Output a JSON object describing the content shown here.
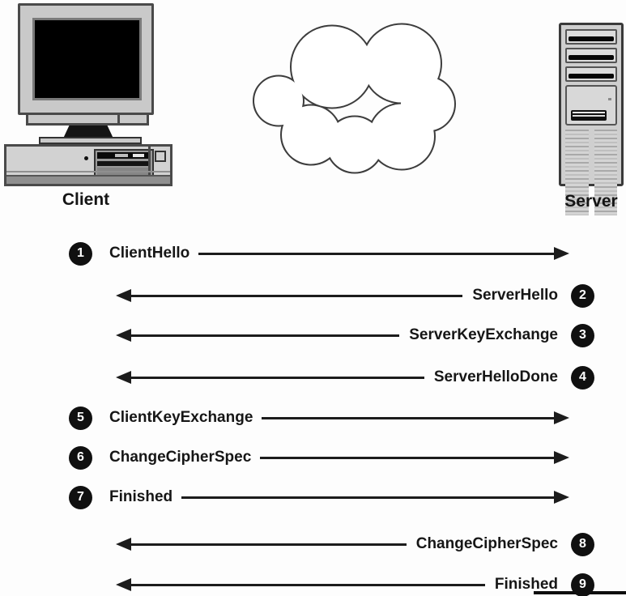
{
  "diagram": {
    "client_label": "Client",
    "server_label": "Server",
    "messages": [
      {
        "step": "1",
        "label": "ClientHello",
        "from": "client",
        "to": "server"
      },
      {
        "step": "2",
        "label": "ServerHello",
        "from": "server",
        "to": "client"
      },
      {
        "step": "3",
        "label": "ServerKeyExchange",
        "from": "server",
        "to": "client"
      },
      {
        "step": "4",
        "label": "ServerHelloDone",
        "from": "server",
        "to": "client"
      },
      {
        "step": "5",
        "label": "ClientKeyExchange",
        "from": "client",
        "to": "server"
      },
      {
        "step": "6",
        "label": "ChangeCipherSpec",
        "from": "client",
        "to": "server"
      },
      {
        "step": "7",
        "label": "Finished",
        "from": "client",
        "to": "server"
      },
      {
        "step": "8",
        "label": "ChangeCipherSpec",
        "from": "server",
        "to": "client"
      },
      {
        "step": "9",
        "label": "Finished",
        "from": "server",
        "to": "client"
      }
    ],
    "colors": {
      "ink": "#1c1c1c",
      "badge_bg": "#101010",
      "badge_text": "#ffffff",
      "machine_gray": "#cfcfcf",
      "background": "#fdfdfd"
    }
  }
}
